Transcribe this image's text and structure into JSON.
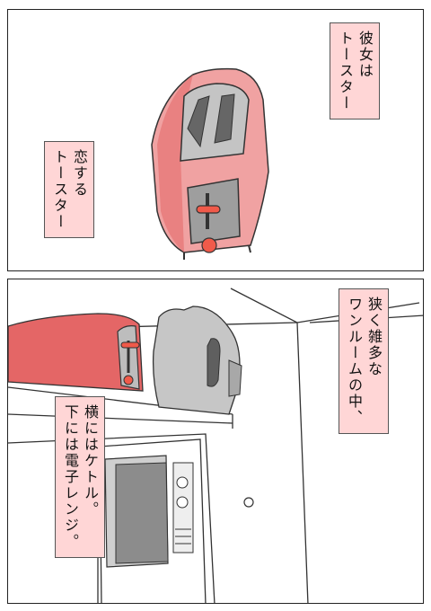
{
  "panel1": {
    "caption_top": [
      "彼女は",
      "トースター"
    ],
    "caption_left": [
      "恋する",
      "トースター"
    ]
  },
  "panel2": {
    "caption_right": [
      "狭く雑多な",
      "ワンルームの中、"
    ],
    "caption_left": [
      "横にはケトル。",
      "下には電子レンジ。"
    ]
  },
  "colors": {
    "toaster_pink": "#f0a2a2",
    "toaster_pink_dark": "#e46666",
    "knob_red": "#f05a4a",
    "metal_gray": "#b8b8b8",
    "metal_dark": "#5f5f5f",
    "caption_bg": "#ffd6d6"
  },
  "icons": [
    "toaster-illustration",
    "kettle-illustration",
    "microwave-illustration"
  ]
}
